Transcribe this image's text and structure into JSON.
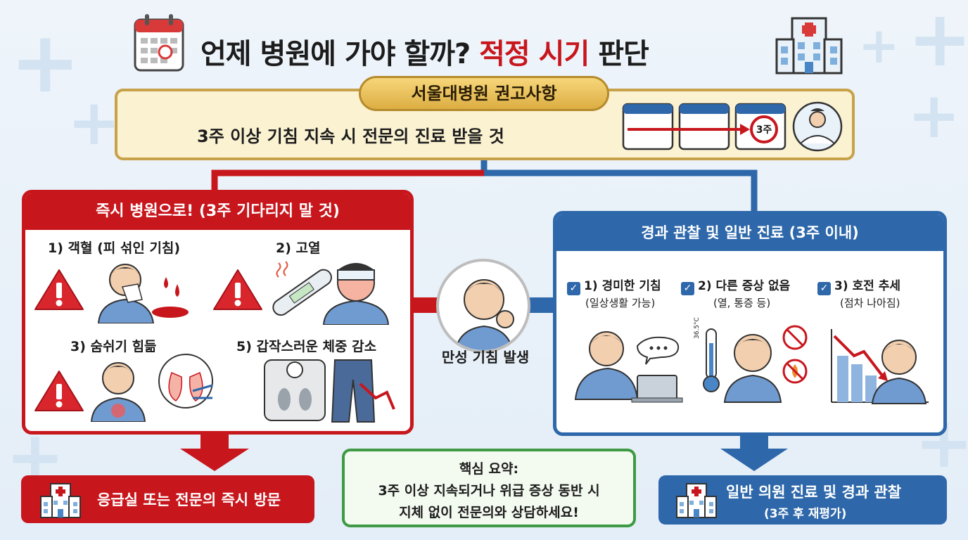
{
  "title": {
    "main": "언제 병원에 가야 할까?",
    "highlight": "적정 시기",
    "tail": "판단"
  },
  "recommendation": {
    "badge": "서울대병원 권고사항",
    "text": "3주 이상 기침 지속 시 전문의 진료 받을 것",
    "calendar_mark": "3주"
  },
  "urgent": {
    "header": "즉시 병원으로! (3주 기다리지 말 것)",
    "items": [
      "1) 객혈 (피 섞인 기침)",
      "2) 고열",
      "3) 숨쉬기 힘듦",
      "5) 갑작스러운 체중 감소"
    ],
    "result": "응급실 또는 전문의 즉시 방문"
  },
  "center": {
    "label": "만성 기침 발생"
  },
  "observe": {
    "header": "경과 관찰 및 일반 진료 (3주 이내)",
    "items": [
      {
        "label": "1) 경미한 기침",
        "sub": "(일상생활 가능)"
      },
      {
        "label": "2) 다른 증상 없음",
        "sub": "(열, 통증 등)"
      },
      {
        "label": "3) 호전 추세",
        "sub": "(점차 나아짐)"
      }
    ],
    "thermo_label": "36.5°C",
    "result_line1": "일반 의원 진료 및 경과 관찰",
    "result_line2": "(3주 후 재평가)"
  },
  "summary": {
    "line1": "핵심 요약:",
    "line2": "3주 이상 지속되거나 위급 증상 동반 시",
    "line3": "지체 없이 전문의와 상담하세요!"
  },
  "colors": {
    "urgent_red": "#c8161d",
    "observe_blue": "#2e68aa",
    "summary_green": "#3e9a44",
    "gold": "#c8a24a"
  }
}
